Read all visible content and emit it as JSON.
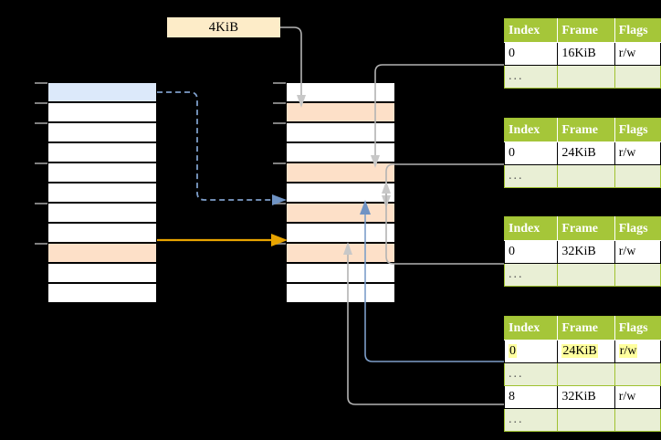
{
  "diagram": {
    "title_label": "4KiB",
    "left_column": {
      "name": "virtual-address-space-left",
      "rows": 11,
      "highlights": {
        "blue_row": 1,
        "orange_row": 9
      }
    },
    "middle_column": {
      "name": "virtual-address-space-middle",
      "rows": 11,
      "orange_rows": [
        2,
        5,
        7,
        9
      ]
    },
    "colors": {
      "header_green": "#a5c639",
      "ellipsis_green": "#e9efd5",
      "blue_cell": "#dce9fa",
      "orange_cell": "#fde0c8",
      "label_cream": "#fdecc8",
      "highlight_yellow": "#ffff9e",
      "gray_wire": "#b3b3b3",
      "blue_wire": "#7d9ec9",
      "gold_wire": "#e8a400"
    }
  },
  "tables": [
    {
      "name": "page-table-1",
      "headers": [
        "Index",
        "Frame",
        "Flags"
      ],
      "rows": [
        {
          "type": "data",
          "index": "0",
          "frame": "16KiB",
          "flags": "r/w",
          "highlight": false
        },
        {
          "type": "ellipsis",
          "index": "...",
          "frame": "",
          "flags": ""
        }
      ]
    },
    {
      "name": "page-table-2",
      "headers": [
        "Index",
        "Frame",
        "Flags"
      ],
      "rows": [
        {
          "type": "data",
          "index": "0",
          "frame": "24KiB",
          "flags": "r/w",
          "highlight": false
        },
        {
          "type": "ellipsis",
          "index": "...",
          "frame": "",
          "flags": ""
        }
      ]
    },
    {
      "name": "page-table-3",
      "headers": [
        "Index",
        "Frame",
        "Flags"
      ],
      "rows": [
        {
          "type": "data",
          "index": "0",
          "frame": "32KiB",
          "flags": "r/w",
          "highlight": false
        },
        {
          "type": "ellipsis",
          "index": "...",
          "frame": "",
          "flags": ""
        }
      ]
    },
    {
      "name": "page-table-4",
      "headers": [
        "Index",
        "Frame",
        "Flags"
      ],
      "rows": [
        {
          "type": "data",
          "index": "0",
          "frame": "24KiB",
          "flags": "r/w",
          "highlight": true
        },
        {
          "type": "ellipsis",
          "index": "...",
          "frame": "",
          "flags": ""
        },
        {
          "type": "data",
          "index": "8",
          "frame": "32KiB",
          "flags": "r/w",
          "highlight": false
        },
        {
          "type": "ellipsis",
          "index": "...",
          "frame": "",
          "flags": ""
        }
      ]
    }
  ]
}
